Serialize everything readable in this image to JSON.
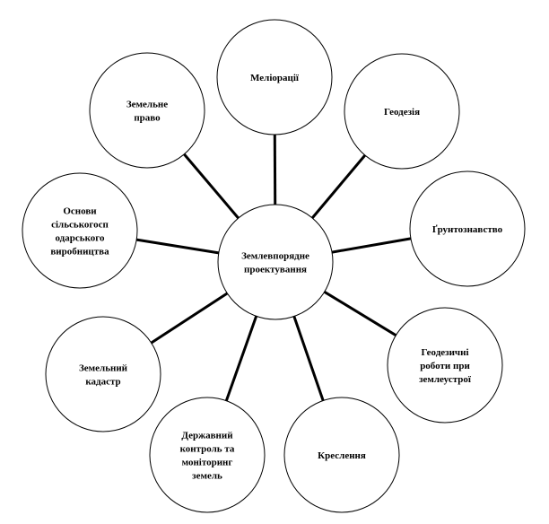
{
  "diagram": {
    "center": {
      "id": "center",
      "lines": [
        "Землевпорядне",
        "проектування"
      ]
    },
    "nodes": [
      {
        "id": "melioratsii",
        "lines": [
          "Меліорації"
        ]
      },
      {
        "id": "heodeziia",
        "lines": [
          "Геодезія"
        ]
      },
      {
        "id": "gruntoznavstvo",
        "lines": [
          "Ґрунтознавство"
        ]
      },
      {
        "id": "heodezychni-roboty",
        "lines": [
          "Геодезичні",
          "роботи при",
          "землеустрої"
        ]
      },
      {
        "id": "kreslennia",
        "lines": [
          "Креслення"
        ]
      },
      {
        "id": "derzhavnyi-kontrol",
        "lines": [
          "Державний",
          "контроль та",
          "моніторинг",
          "земель"
        ]
      },
      {
        "id": "zemelnyi-kadastr",
        "lines": [
          "Земельний",
          "кадастр"
        ]
      },
      {
        "id": "osnovy-silskohospodarskoho",
        "lines": [
          "Основи",
          "сільськогосп",
          "одарського",
          "виробництва"
        ]
      },
      {
        "id": "zemelne-pravo",
        "lines": [
          "Земельне",
          "право"
        ]
      }
    ],
    "colors": {
      "stroke": "#000000",
      "fill": "#ffffff",
      "background": "#ffffff"
    }
  }
}
